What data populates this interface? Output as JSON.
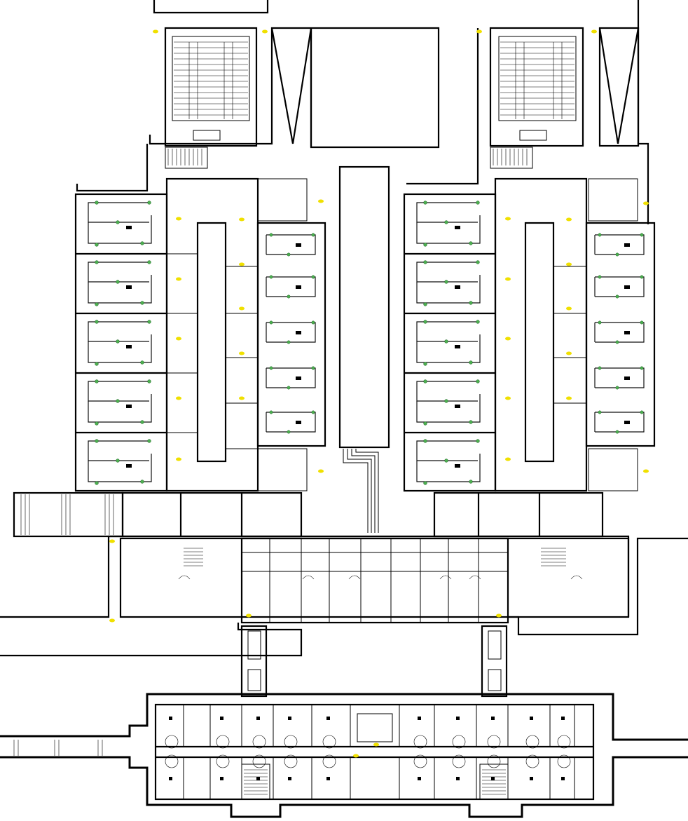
{
  "drawing": {
    "type": "electrical floor plan",
    "text_labels": [],
    "colors": {
      "walls": "#000000",
      "background": "#ffffff",
      "outlets": "#4caf50",
      "light_fixtures": "#f0e000"
    },
    "symbols": [
      "wall",
      "stair",
      "outlet",
      "light-fixture",
      "door-swing",
      "room-tag",
      "wiring-run"
    ]
  }
}
